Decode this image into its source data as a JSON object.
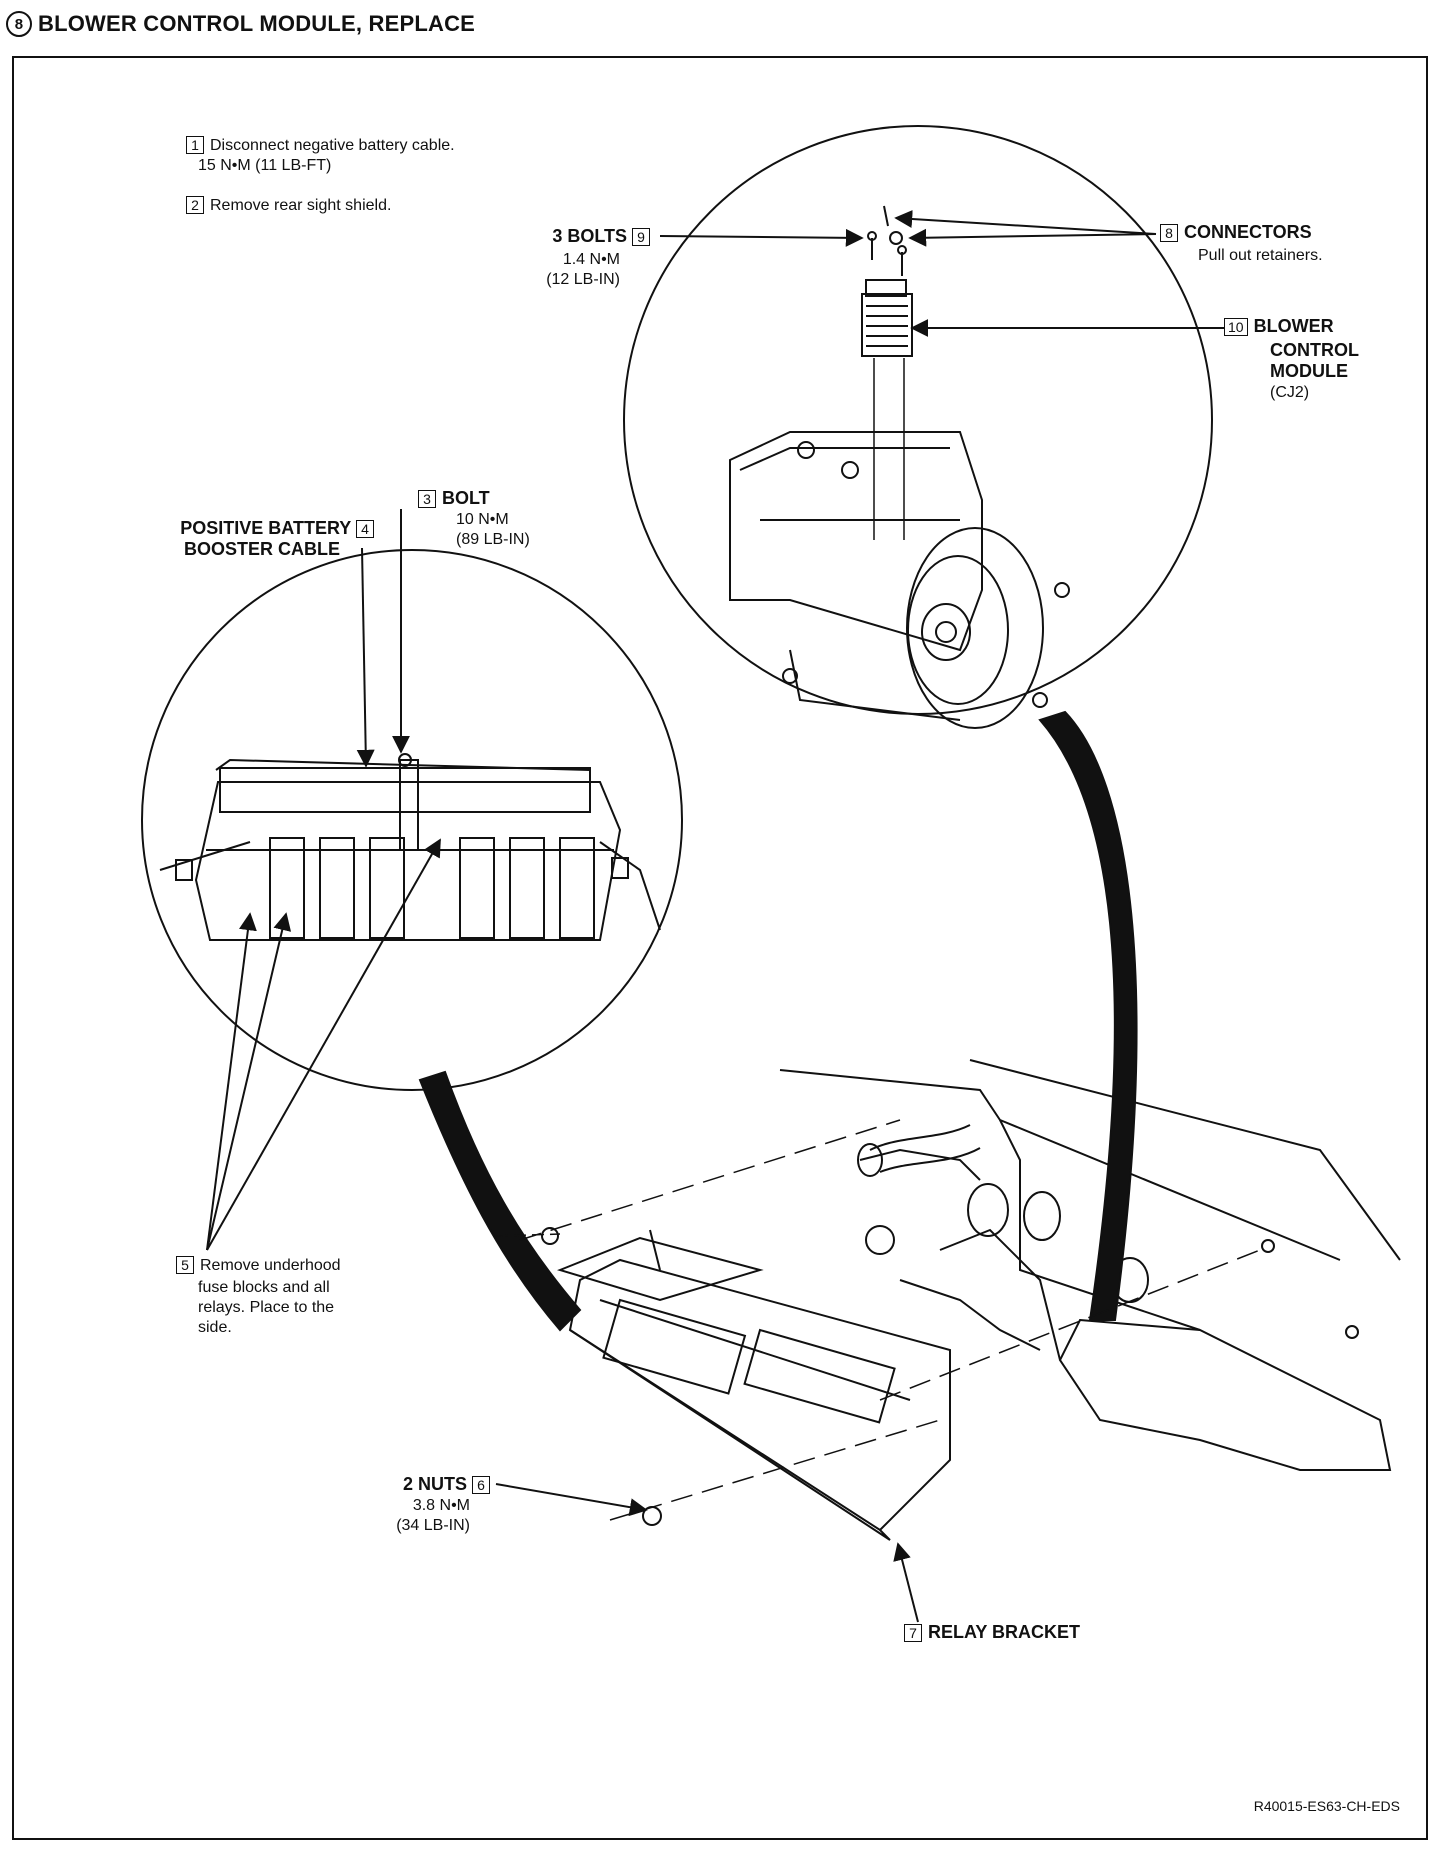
{
  "header": {
    "step_number": "8",
    "title": "BLOWER CONTROL MODULE, REPLACE"
  },
  "steps": {
    "s1": {
      "num": "1",
      "text": "Disconnect negative battery cable.",
      "sub": "15 N•M (11 LB-FT)"
    },
    "s2": {
      "num": "2",
      "text": "Remove rear sight shield."
    },
    "s3": {
      "num": "3",
      "title": "BOLT",
      "torque1": "10 N•M",
      "torque2": "(89 LB-IN)"
    },
    "s4": {
      "num": "4",
      "line1": "POSITIVE BATTERY",
      "line2": "BOOSTER CABLE"
    },
    "s5": {
      "num": "5",
      "line1": "Remove underhood",
      "line2": "fuse blocks and all",
      "line3": "relays. Place to the",
      "line4": "side."
    },
    "s6": {
      "num": "6",
      "title": "2 NUTS",
      "torque1": "3.8 N•M",
      "torque2": "(34 LB-IN)"
    },
    "s7": {
      "num": "7",
      "title": "RELAY BRACKET"
    },
    "s8": {
      "num": "8",
      "title": "CONNECTORS",
      "sub": "Pull out retainers."
    },
    "s9": {
      "num": "9",
      "title": "3 BOLTS",
      "torque1": "1.4 N•M",
      "torque2": "(12 LB-IN)"
    },
    "s10": {
      "num": "10",
      "line1": "BLOWER",
      "line2": "CONTROL",
      "line3": "MODULE",
      "line4": "(CJ2)"
    }
  },
  "figure_code": "R40015-ES63-CH-EDS"
}
